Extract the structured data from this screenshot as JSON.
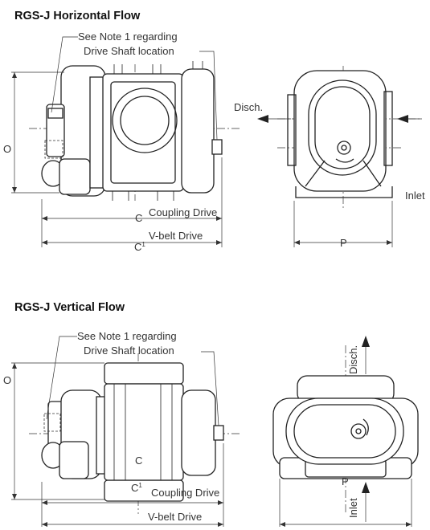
{
  "sections": [
    {
      "title": "RGS-J Horizontal Flow",
      "note_line1": "See Note 1 regarding",
      "note_line2": "Drive Shaft location",
      "dim_o": "O",
      "dim_c": "C",
      "dim_c1": "C",
      "dim_c1_sup": "1",
      "coupling_drive": "Coupling Drive",
      "vbelt_drive": "V-belt Drive",
      "dim_p": "P",
      "disch": "Disch.",
      "inlet": "Inlet"
    },
    {
      "title": "RGS-J Vertical Flow",
      "note_line1": "See Note 1 regarding",
      "note_line2": "Drive Shaft location",
      "dim_o": "O",
      "dim_c": "C",
      "dim_c1": "C",
      "dim_c1_sup": "1",
      "coupling_drive": "Coupling Drive",
      "vbelt_drive": "V-belt Drive",
      "dim_p": "P",
      "disch": "Disch.",
      "inlet": "Inlet"
    }
  ]
}
